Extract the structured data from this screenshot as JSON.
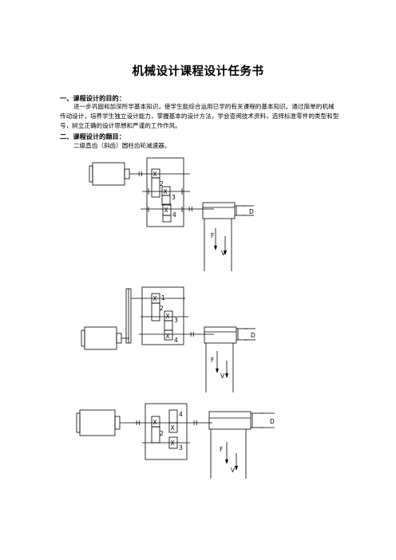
{
  "doc": {
    "title": "机械设计课程设计任务书",
    "section1_heading": "一、课程设计的目的：",
    "section1_body": "进一步巩固和加深所学基本知识，使学生能综合运用已学的有关课程的基本知识。通过简单的机械传动设计，培养学生独立设计能力，掌握基本的设计方法，学会查阅技术资料，选择标准零件的类型和型号，树立正确的设计思想和严谨的工作作风。",
    "section2_heading": "二、课程设计的题目：",
    "section2_body": "二级直齿（斜齿）圆柱齿轮减速器。"
  },
  "diagrams": {
    "gear_labels_a": [
      "2",
      "3",
      "4"
    ],
    "gear_labels_b": [
      "1",
      "2",
      "3",
      "4"
    ],
    "gear_labels_c": [
      "4",
      "2",
      "3"
    ],
    "force_label": "F",
    "velocity_label": "V",
    "diameter_label": "D"
  }
}
